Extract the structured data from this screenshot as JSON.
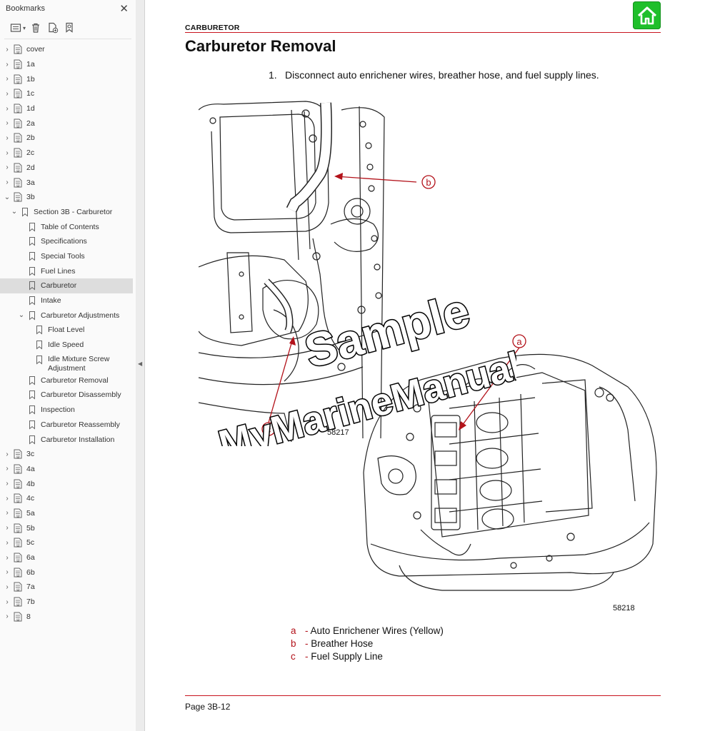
{
  "sidebar": {
    "title": "Bookmarks",
    "close_glyph": "✕",
    "items": [
      {
        "label": "cover",
        "level": 0,
        "chevron": "›",
        "icon": "page-bookmark-icon"
      },
      {
        "label": "1a",
        "level": 0,
        "chevron": "›",
        "icon": "page-bookmark-icon"
      },
      {
        "label": "1b",
        "level": 0,
        "chevron": "›",
        "icon": "page-bookmark-icon"
      },
      {
        "label": "1c",
        "level": 0,
        "chevron": "›",
        "icon": "page-bookmark-icon"
      },
      {
        "label": "1d",
        "level": 0,
        "chevron": "›",
        "icon": "page-bookmark-icon"
      },
      {
        "label": "2a",
        "level": 0,
        "chevron": "›",
        "icon": "page-bookmark-icon"
      },
      {
        "label": "2b",
        "level": 0,
        "chevron": "›",
        "icon": "page-bookmark-icon"
      },
      {
        "label": "2c",
        "level": 0,
        "chevron": "›",
        "icon": "page-bookmark-icon"
      },
      {
        "label": "2d",
        "level": 0,
        "chevron": "›",
        "icon": "page-bookmark-icon"
      },
      {
        "label": "3a",
        "level": 0,
        "chevron": "›",
        "icon": "page-bookmark-icon"
      },
      {
        "label": "3b",
        "level": 0,
        "chevron": "⌄",
        "icon": "page-bookmark-icon"
      },
      {
        "label": "Section 3B - Carburetor",
        "level": 1,
        "chevron": "⌄",
        "icon": "bookmark-icon"
      },
      {
        "label": "Table of Contents",
        "level": 2,
        "chevron": "",
        "icon": "bookmark-icon"
      },
      {
        "label": "Specifications",
        "level": 2,
        "chevron": "",
        "icon": "bookmark-icon"
      },
      {
        "label": "Special Tools",
        "level": 2,
        "chevron": "",
        "icon": "bookmark-icon"
      },
      {
        "label": "Fuel Lines",
        "level": 2,
        "chevron": "",
        "icon": "bookmark-icon"
      },
      {
        "label": "Carburetor",
        "level": 2,
        "chevron": "",
        "icon": "bookmark-icon",
        "selected": true
      },
      {
        "label": "Intake",
        "level": 2,
        "chevron": "",
        "icon": "bookmark-icon"
      },
      {
        "label": "Carburetor Adjustments",
        "level": 2,
        "chevron": "⌄",
        "icon": "bookmark-icon"
      },
      {
        "label": "Float Level",
        "level": 3,
        "chevron": "",
        "icon": "bookmark-icon"
      },
      {
        "label": "Idle Speed",
        "level": 3,
        "chevron": "",
        "icon": "bookmark-icon"
      },
      {
        "label": "Idle Mixture Screw Adjustment",
        "level": 3,
        "chevron": "",
        "icon": "bookmark-icon",
        "tall": true
      },
      {
        "label": "Carburetor Removal",
        "level": 2,
        "chevron": "",
        "icon": "bookmark-icon"
      },
      {
        "label": "Carburetor Disassembly",
        "level": 2,
        "chevron": "",
        "icon": "bookmark-icon"
      },
      {
        "label": "Inspection",
        "level": 2,
        "chevron": "",
        "icon": "bookmark-icon"
      },
      {
        "label": "Carburetor Reassembly",
        "level": 2,
        "chevron": "",
        "icon": "bookmark-icon"
      },
      {
        "label": "Carburetor Installation",
        "level": 2,
        "chevron": "",
        "icon": "bookmark-icon"
      },
      {
        "label": "3c",
        "level": 0,
        "chevron": "›",
        "icon": "page-bookmark-icon"
      },
      {
        "label": "4a",
        "level": 0,
        "chevron": "›",
        "icon": "page-bookmark-icon"
      },
      {
        "label": "4b",
        "level": 0,
        "chevron": "›",
        "icon": "page-bookmark-icon"
      },
      {
        "label": "4c",
        "level": 0,
        "chevron": "›",
        "icon": "page-bookmark-icon"
      },
      {
        "label": "5a",
        "level": 0,
        "chevron": "›",
        "icon": "page-bookmark-icon"
      },
      {
        "label": "5b",
        "level": 0,
        "chevron": "›",
        "icon": "page-bookmark-icon"
      },
      {
        "label": "5c",
        "level": 0,
        "chevron": "›",
        "icon": "page-bookmark-icon"
      },
      {
        "label": "6a",
        "level": 0,
        "chevron": "›",
        "icon": "page-bookmark-icon"
      },
      {
        "label": "6b",
        "level": 0,
        "chevron": "›",
        "icon": "page-bookmark-icon"
      },
      {
        "label": "7a",
        "level": 0,
        "chevron": "›",
        "icon": "page-bookmark-icon"
      },
      {
        "label": "7b",
        "level": 0,
        "chevron": "›",
        "icon": "page-bookmark-icon"
      },
      {
        "label": "8",
        "level": 0,
        "chevron": "›",
        "icon": "page-bookmark-icon"
      }
    ]
  },
  "toolbar": {
    "options_icon": "options-icon",
    "delete_icon": "trash-icon",
    "add_icon": "add-bookmark-icon",
    "find_icon": "find-bookmark-icon"
  },
  "document": {
    "section_header": "CARBURETOR",
    "title": "Carburetor Removal",
    "step_number": "1.",
    "step_text": "Disconnect auto enrichener wires, breather hose, and fuel supply lines.",
    "figure1_number": "58217",
    "figure2_number": "58218",
    "callouts": {
      "a": "a",
      "b": "b",
      "c": "c"
    },
    "legend": [
      {
        "key": "a",
        "dash": "-",
        "text": "Auto Enrichener Wires (Yellow)"
      },
      {
        "key": "b",
        "dash": "-",
        "text": "Breather Hose"
      },
      {
        "key": "c",
        "dash": "-",
        "text": "Fuel Supply Line"
      }
    ],
    "page_number": "Page 3B-12",
    "watermark_line1": "Sample",
    "watermark_line2": "MyMarineManual"
  },
  "colors": {
    "accent_red": "#c8141e",
    "home_green": "#1fbf2a",
    "selected_bg": "#dddddd"
  },
  "home_icon": "home-icon"
}
